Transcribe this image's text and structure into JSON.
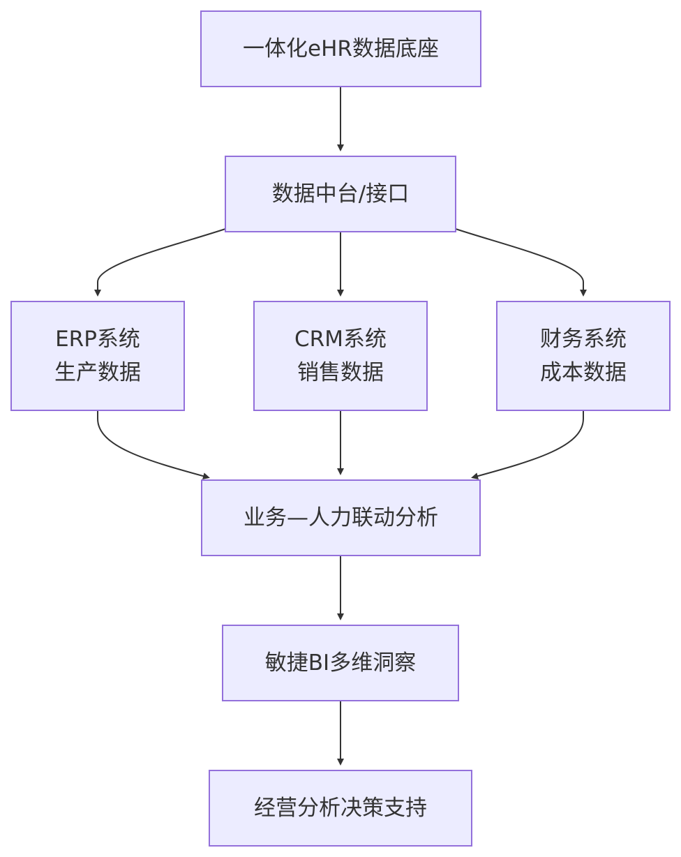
{
  "diagram": {
    "type": "flowchart",
    "nodes": {
      "base": {
        "lines": [
          "一体化eHR数据底座"
        ]
      },
      "platform": {
        "lines": [
          "数据中台/接口"
        ]
      },
      "erp": {
        "lines": [
          "ERP系统",
          "生产数据"
        ]
      },
      "crm": {
        "lines": [
          "CRM系统",
          "销售数据"
        ]
      },
      "finance": {
        "lines": [
          "财务系统",
          "成本数据"
        ]
      },
      "analysis": {
        "lines": [
          "业务—人力联动分析"
        ]
      },
      "bi": {
        "lines": [
          "敏捷BI多维洞察"
        ]
      },
      "decision": {
        "lines": [
          "经营分析决策支持"
        ]
      }
    },
    "edges": [
      {
        "from": "base",
        "to": "platform"
      },
      {
        "from": "platform",
        "to": "erp"
      },
      {
        "from": "platform",
        "to": "crm"
      },
      {
        "from": "platform",
        "to": "finance"
      },
      {
        "from": "erp",
        "to": "analysis"
      },
      {
        "from": "crm",
        "to": "analysis"
      },
      {
        "from": "finance",
        "to": "analysis"
      },
      {
        "from": "analysis",
        "to": "bi"
      },
      {
        "from": "bi",
        "to": "decision"
      }
    ],
    "colors": {
      "node_fill": "#ECECFF",
      "node_border": "#9370DB",
      "edge": "#333333",
      "text": "#333333"
    }
  }
}
